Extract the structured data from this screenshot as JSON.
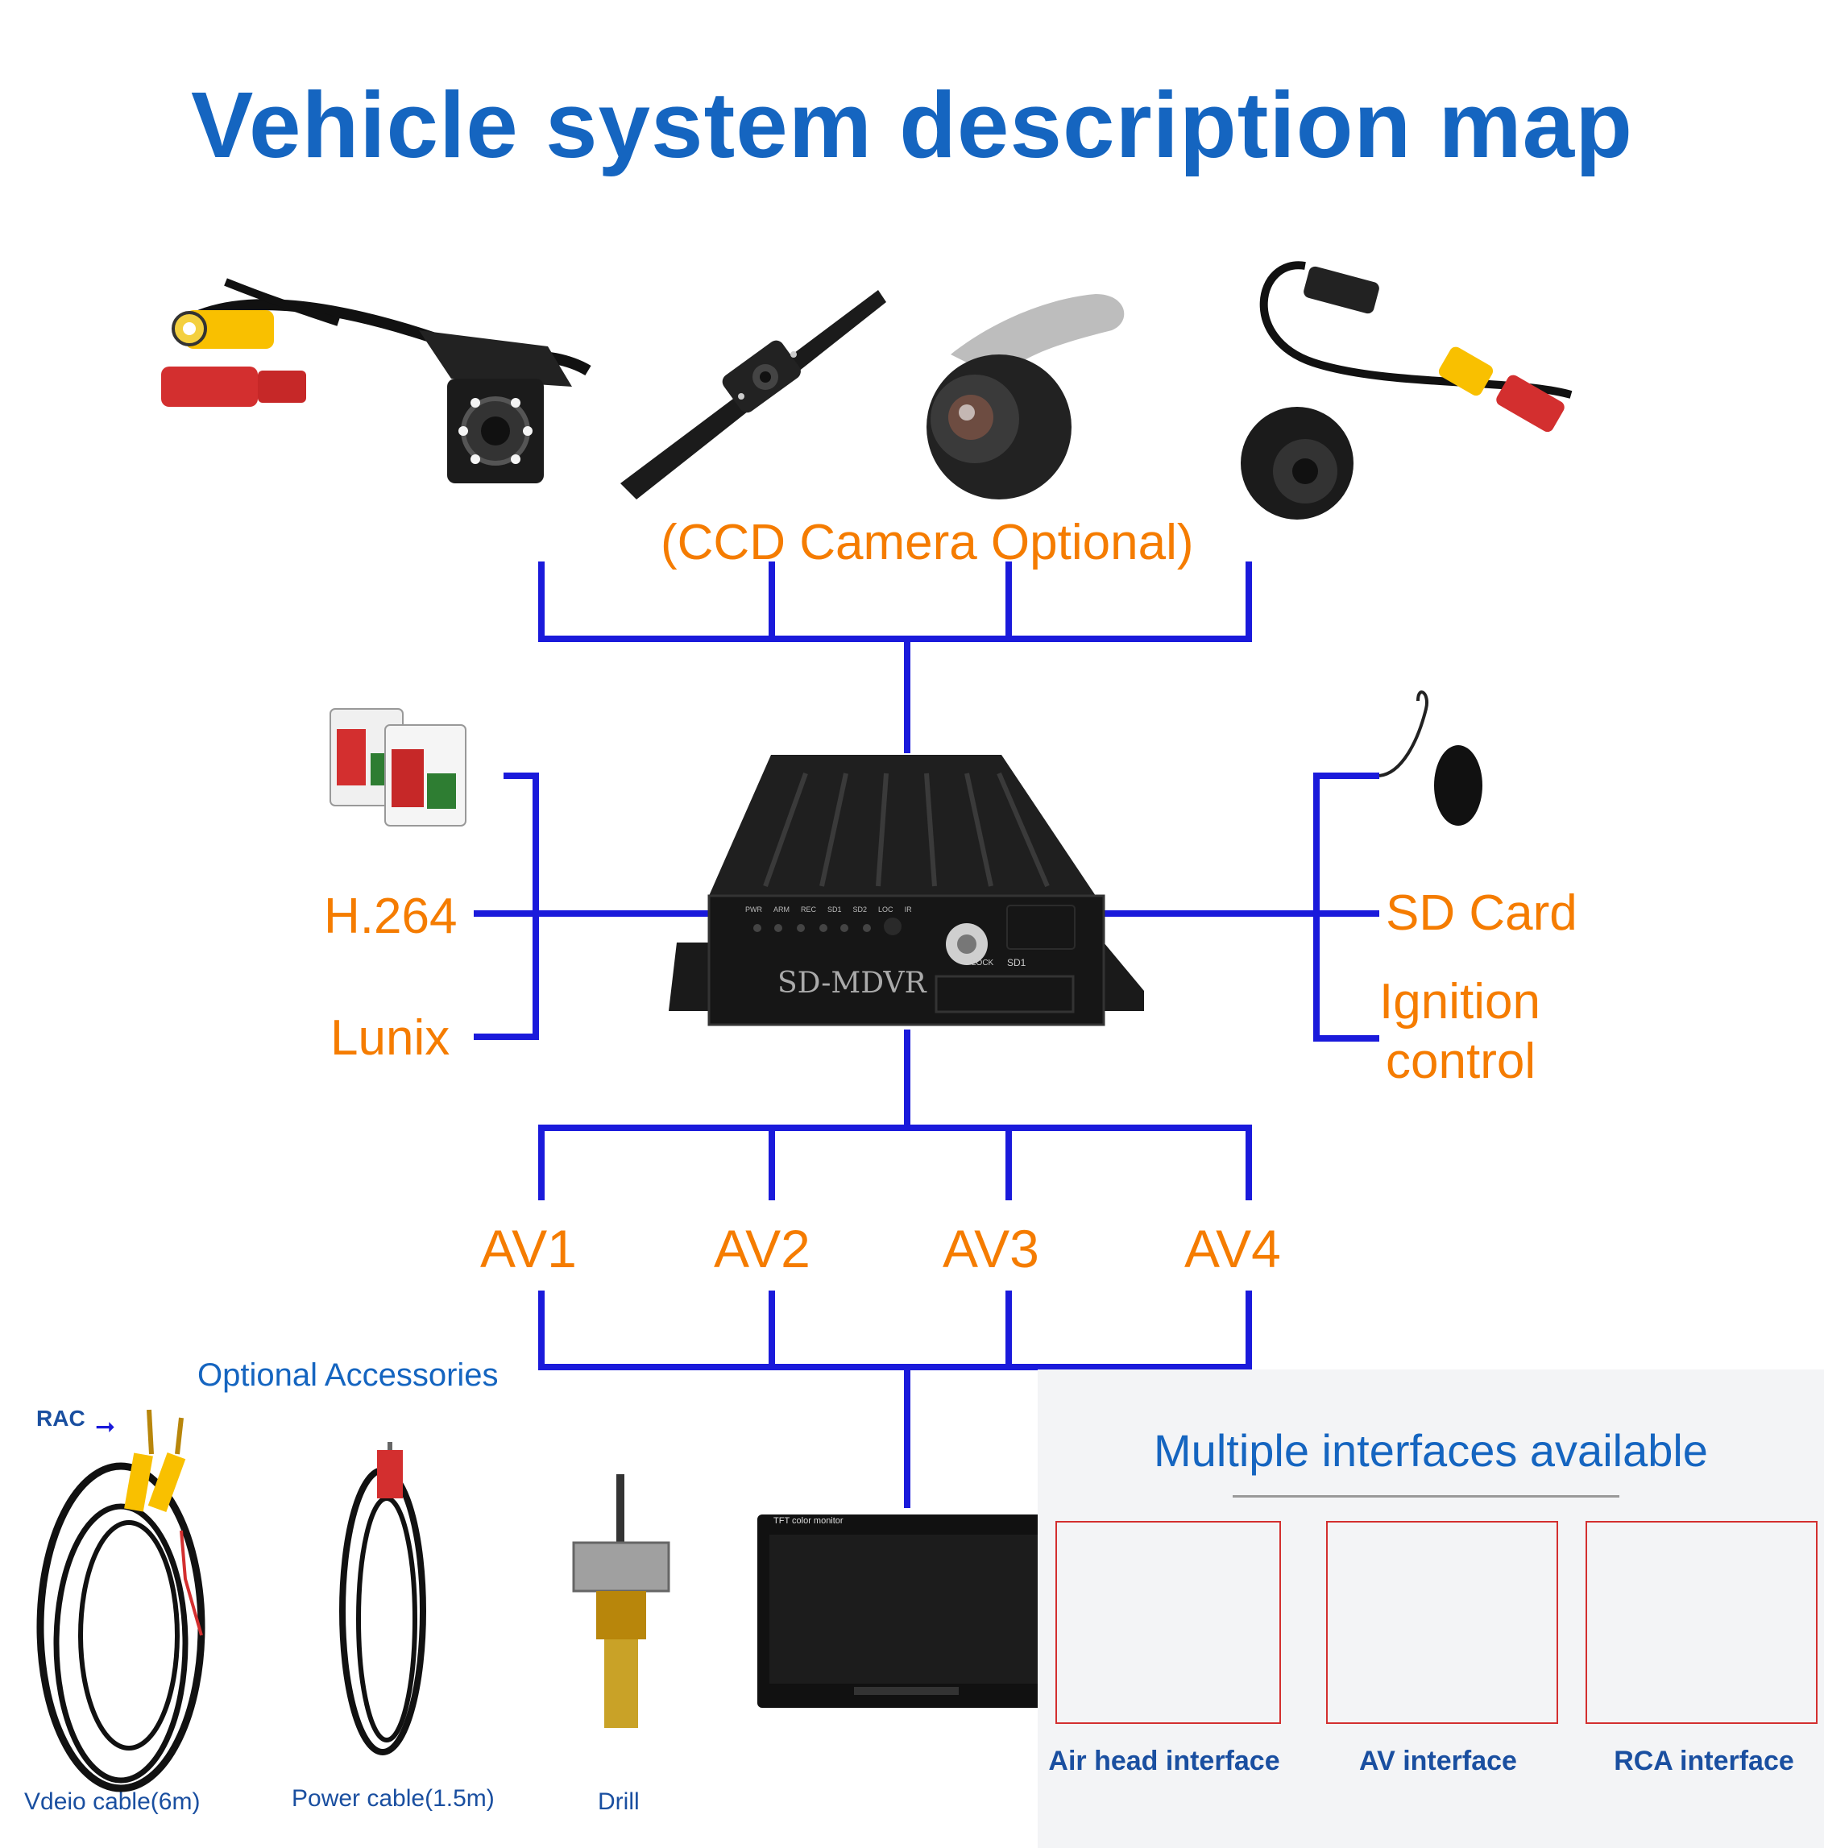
{
  "title": "Vehicle system description map",
  "cameras_label": "(CCD Camera Optional)",
  "left_labels": {
    "h264": "H.264",
    "lunix": "Lunix"
  },
  "right_labels": {
    "sd_card": "SD Card",
    "ignition_line1": "Ignition",
    "ignition_line2": "control"
  },
  "device_label": "SD-MDVR",
  "device_leds": [
    "PWR",
    "ARM",
    "REC",
    "SD1",
    "SD2",
    "LOC",
    "IR"
  ],
  "device_marks": {
    "lock": "LOCK",
    "slot": "SD1"
  },
  "av_labels": [
    "AV1",
    "AV2",
    "AV3",
    "AV4"
  ],
  "accessories": {
    "heading": "Optional Accessories",
    "rac_label": "RAC",
    "video_cable": "Vdeio cable(6m)",
    "power_cable": "Power cable(1.5m)",
    "drill": "Drill"
  },
  "monitor_label": "TFT color monitor",
  "interfaces": {
    "heading": "Multiple interfaces available",
    "items": [
      "Air head interface",
      "AV interface",
      "RCA interface"
    ]
  },
  "colors": {
    "title": "#1565c0",
    "line": "#1a1adb",
    "label": "#f57c00",
    "caption": "#1a4fa0"
  }
}
